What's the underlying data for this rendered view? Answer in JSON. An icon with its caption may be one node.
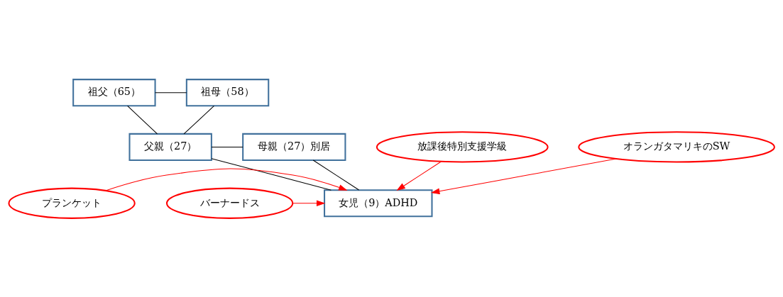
{
  "diagram": {
    "nodes": [
      {
        "text": [
          "祖父（65）"
        ]
      },
      {
        "text": [
          "祖母（58）"
        ]
      },
      {
        "text": [
          "父親（27）"
        ]
      },
      {
        "text": [
          "母親（27）別居"
        ]
      },
      {
        "text": [
          "女児（9）ADHD"
        ]
      },
      {
        "text": [
          "プランケット"
        ]
      },
      {
        "text": [
          "バーナードス"
        ]
      },
      {
        "text": [
          "放課後特別支援学級"
        ]
      },
      {
        "text": [
          "オランガタマリキのSW"
        ]
      }
    ],
    "edges": [
      {
        "from": 0,
        "to": 1,
        "arrow": "none"
      },
      {
        "from": 0,
        "to": 2,
        "arrow": "none"
      },
      {
        "from": 1,
        "to": 2,
        "arrow": "none"
      },
      {
        "from": 2,
        "to": 3,
        "arrow": "none"
      },
      {
        "from": 2,
        "to": 4,
        "arrow": "none"
      },
      {
        "from": 3,
        "to": 4,
        "arrow": "none"
      },
      {
        "from": 5,
        "to": 4,
        "arrow": "to",
        "color": "#ff0000"
      },
      {
        "from": 6,
        "to": 4,
        "arrow": "to",
        "color": "#ff0000"
      },
      {
        "from": 7,
        "to": 4,
        "arrow": "to",
        "color": "#ff0000"
      },
      {
        "from": 8,
        "to": 4,
        "arrow": "to",
        "color": "#ff0000"
      }
    ]
  }
}
